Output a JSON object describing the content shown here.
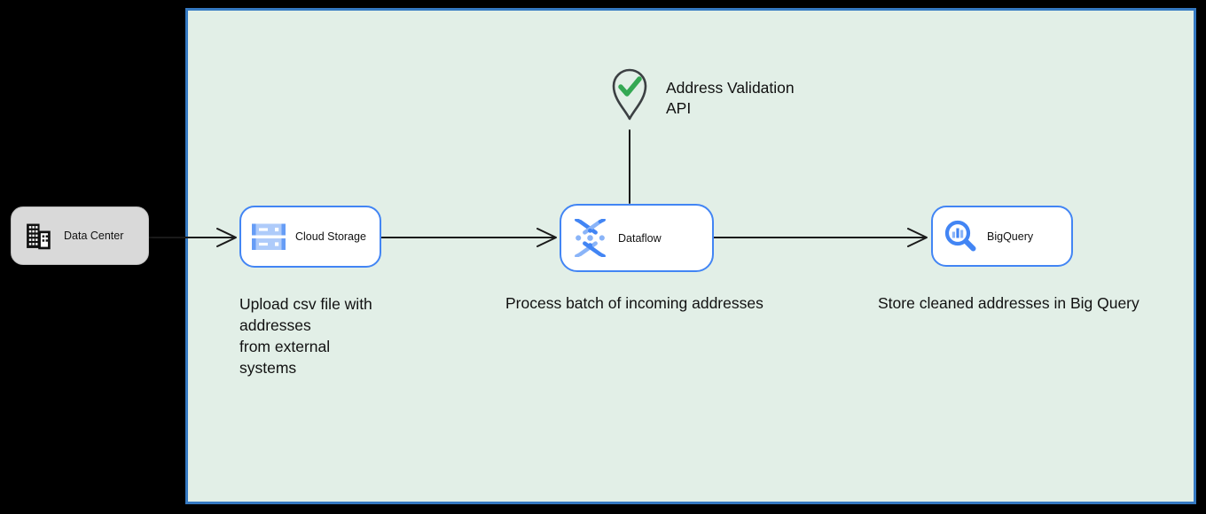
{
  "colors": {
    "canvas-bg": "#000000",
    "diagram-bg": "#e2efe7",
    "diagram-border": "#3579c2",
    "node-bg": "#ffffff",
    "node-border": "#4285f4",
    "external-bg": "#d9d9d9",
    "icon-blue": "#4285f4",
    "icon-blue-light": "#8ab4f8",
    "icon-blue-pale": "#aecbfa",
    "icon-blue-mid": "#669df6",
    "check-green": "#34a853",
    "pin-outline": "#3c4043",
    "edge-color": "#1a1a1a",
    "text-color": "#111111"
  },
  "external_node": {
    "label": "Data Center"
  },
  "nodes": [
    {
      "id": "cloud-storage",
      "label": "Cloud Storage"
    },
    {
      "id": "dataflow",
      "label": "Dataflow"
    },
    {
      "id": "bigquery",
      "label": "BigQuery"
    }
  ],
  "api_annotation": {
    "label": "Address Validation\nAPI"
  },
  "captions": [
    {
      "text": "Upload csv file with\naddresses\nfrom external\nsystems"
    },
    {
      "text": "Process batch of incoming addresses"
    },
    {
      "text": "Store cleaned addresses in Big Query"
    }
  ]
}
